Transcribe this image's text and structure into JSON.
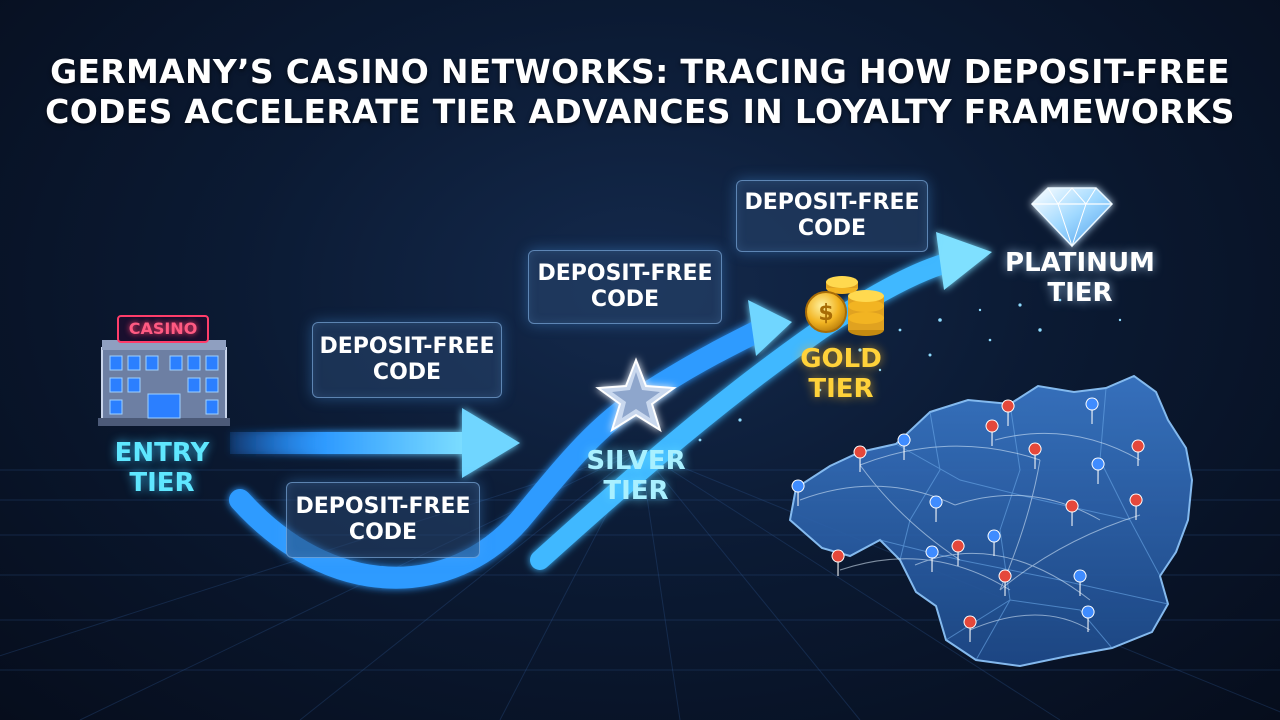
{
  "title": {
    "line1": "GERMANY’S CASINO NETWORKS: TRACING HOW DEPOSIT-FREE",
    "line2": "CODES ACCELERATE TIER ADVANCES IN LOYALTY FRAMEWORKS"
  },
  "casino_sign": "CASINO",
  "tiers": [
    {
      "line1": "ENTRY",
      "line2": "TIER"
    },
    {
      "line1": "SILVER",
      "line2": "TIER"
    },
    {
      "line1": "GOLD",
      "line2": "TIER"
    },
    {
      "line1": "PLATINUM",
      "line2": "TIER"
    }
  ],
  "codes": [
    {
      "line1": "DEPOSIT-FREE",
      "line2": "CODE"
    },
    {
      "line1": "DEPOSIT-FREE",
      "line2": "CODE"
    },
    {
      "line1": "DEPOSIT-FREE",
      "line2": "CODE"
    },
    {
      "line1": "DEPOSIT-FREE",
      "line2": "CODE"
    }
  ],
  "icons": {
    "entry": "casino-building-icon",
    "silver": "star-icon",
    "gold": "coin-stack-icon",
    "platinum": "diamond-icon",
    "map": "germany-map-icon",
    "pins": "map-pin-icon"
  },
  "colors": {
    "background": "#0b1a33",
    "arrow": "#3fb8ff",
    "entry": "#5fe7ff",
    "gold": "#ffd23a",
    "pin_red": "#e5483b",
    "pin_blue": "#3f8cff"
  }
}
